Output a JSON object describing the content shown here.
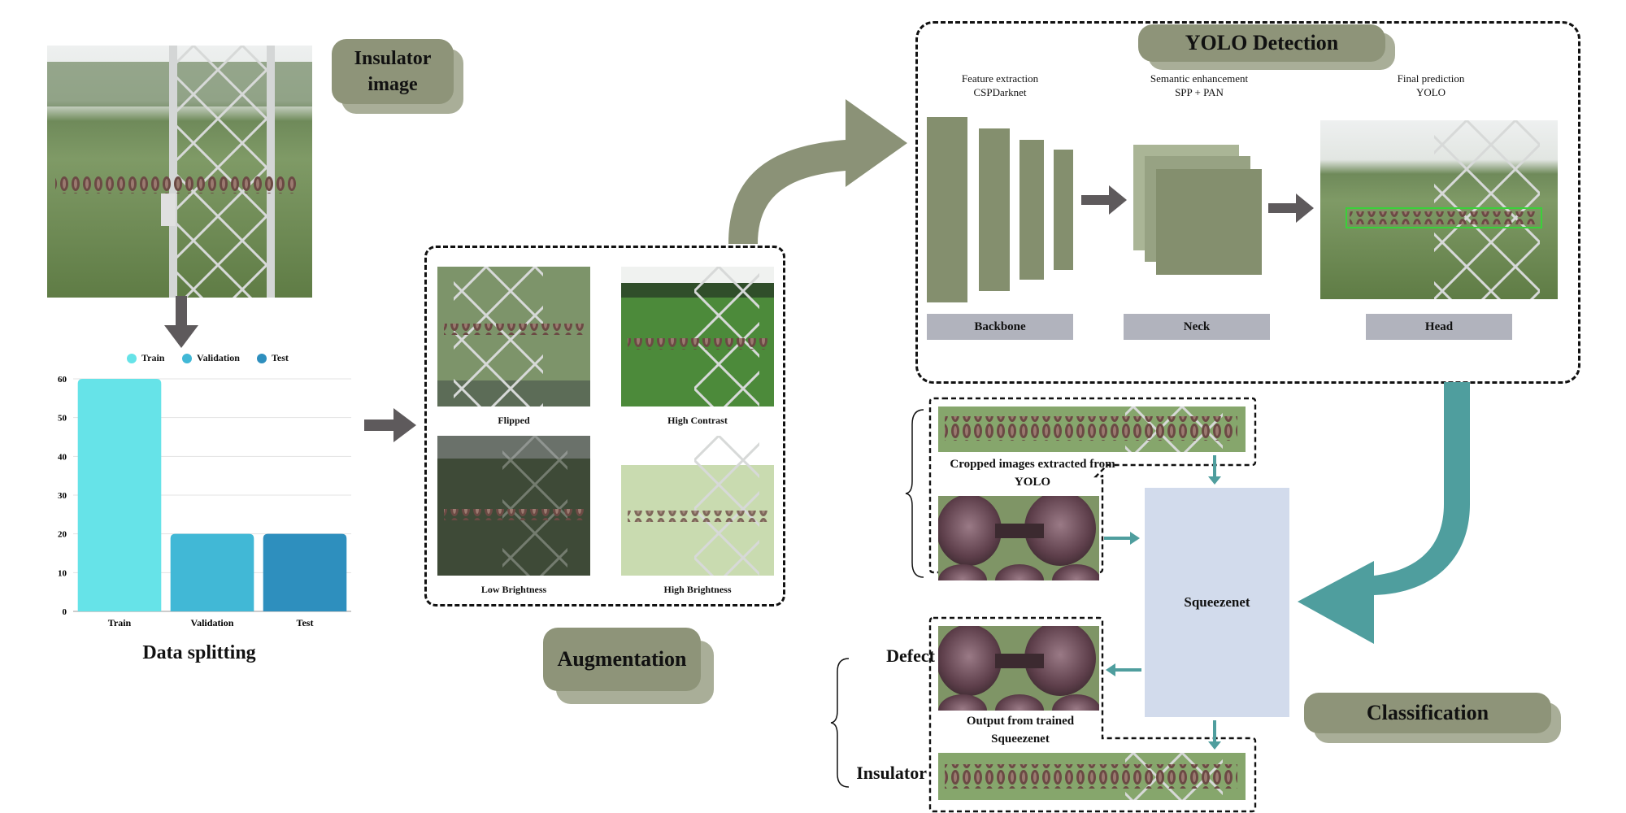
{
  "tags": {
    "insulator_image": "Insulator image",
    "augmentation": "Augmentation",
    "yolo_detection": "YOLO Detection",
    "classification": "Classification"
  },
  "data_split": {
    "title": "Data splitting",
    "legend": [
      {
        "name": "Train",
        "color": "#66e3e8"
      },
      {
        "name": "Validation",
        "color": "#41b8d6"
      },
      {
        "name": "Test",
        "color": "#2e8fbe"
      }
    ]
  },
  "chart_data": {
    "type": "bar",
    "categories": [
      "Train",
      "Validation",
      "Test"
    ],
    "values": [
      60,
      20,
      20
    ],
    "colors": [
      "#66e3e8",
      "#41b8d6",
      "#2e8fbe"
    ],
    "title": "Data splitting",
    "xlabel": "",
    "ylabel": "",
    "ylim": [
      0,
      60
    ],
    "yticks": [
      0,
      10,
      20,
      30,
      40,
      50,
      60
    ],
    "grid": true,
    "legend_position": "top"
  },
  "augmentation": {
    "items": [
      {
        "label": "Flipped"
      },
      {
        "label": "High Contrast"
      },
      {
        "label": "Low Brightness"
      },
      {
        "label": "High Brightness"
      }
    ]
  },
  "yolo": {
    "stage_feature": {
      "line1": "Feature extraction",
      "line2": "CSPDarknet"
    },
    "stage_semantic": {
      "line1": "Semantic enhancement",
      "line2": "SPP + PAN"
    },
    "stage_final": {
      "line1": "Final prediction",
      "line2": "YOLO"
    },
    "backbone": "Backbone",
    "neck": "Neck",
    "head": "Head"
  },
  "classification": {
    "cropped_line1": "Cropped images extracted from",
    "cropped_line2": "YOLO",
    "squeezenet": "Squeezenet",
    "output_line1": "Output from trained",
    "output_line2": "Squeezenet",
    "defect": "Defect",
    "insulator": "Insulator"
  },
  "colors": {
    "tag_face": "#8e9479",
    "tag_shadow": "#a9ae98",
    "olive_arrow": "#8b9277",
    "teal_arrow": "#4f9e9e",
    "dark_arrow": "#5e5a5c",
    "green_block": "#848f6e",
    "gray_bar": "#b1b3bd",
    "squeezenet_box": "#d2dbec"
  }
}
